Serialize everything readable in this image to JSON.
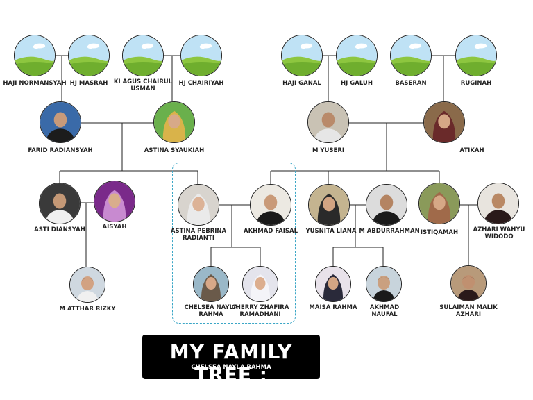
{
  "title": {
    "main": "MY FAMILY TREE :",
    "subtitle": "CHELSEA NAYLA RAHMA"
  },
  "colors": {
    "sky": "#bfe2f5",
    "grass": "#8dc63f",
    "highlight_border": "#3aa6c6",
    "line": "#222222"
  },
  "people": {
    "haji_normansyah": {
      "name": "HAJI NORMANSYAH",
      "photo": "placeholder-landscape"
    },
    "hj_masrah": {
      "name": "HJ MASRAH",
      "photo": "placeholder-landscape"
    },
    "ki_agus_chairul_usman": {
      "name": "KI AGUS CHAIRUL\nUSMAN",
      "photo": "placeholder-landscape"
    },
    "hj_chairiyah": {
      "name": "HJ CHAIRIYAH",
      "photo": "placeholder-landscape"
    },
    "haji_ganal": {
      "name": "HAJI GANAL",
      "photo": "placeholder-landscape"
    },
    "hj_galuh": {
      "name": "HJ GALUH",
      "photo": "placeholder-landscape"
    },
    "baseran": {
      "name": "BASERAN",
      "photo": "placeholder-landscape"
    },
    "ruginah": {
      "name": "RUGINAH",
      "photo": "placeholder-landscape"
    },
    "farid_radiansyah": {
      "name": "FARID RADIANSYAH",
      "photo": "portrait"
    },
    "astina_syaukiah": {
      "name": "ASTINA SYAUKIAH",
      "photo": "portrait"
    },
    "m_yuseri": {
      "name": "M YUSERI",
      "photo": "portrait"
    },
    "atikah": {
      "name": "ATIKAH",
      "photo": "portrait"
    },
    "asti_diansyah": {
      "name": "ASTI DIANSYAH",
      "photo": "portrait"
    },
    "aisyah": {
      "name": "AISYAH",
      "photo": "portrait"
    },
    "astina_pebrina_radianti": {
      "name": "ASTINA PEBRINA\nRADIANTI",
      "photo": "portrait"
    },
    "akhmad_faisal": {
      "name": "AKHMAD FAISAL",
      "photo": "portrait"
    },
    "yusnita_liana": {
      "name": "YUSNITA LIANA",
      "photo": "portrait"
    },
    "m_abdurrahman": {
      "name": "M ABDURRAHMAN",
      "photo": "portrait"
    },
    "istiqamah": {
      "name": "ISTIQAMAH",
      "photo": "portrait"
    },
    "azhari_wahyu_widodo": {
      "name": "AZHARI WAHYU\nWIDODO",
      "photo": "portrait"
    },
    "m_atthar_rizky": {
      "name": "M ATTHAR RIZKY",
      "photo": "portrait"
    },
    "chelsea_nayla_rahma": {
      "name": "CHELSEA NAYLA\nRAHMA",
      "photo": "portrait"
    },
    "cherry_zhafira_ramadhani": {
      "name": "CHERRY ZHAFIRA\nRAMADHANI",
      "photo": "portrait"
    },
    "maisa_rahma": {
      "name": "MAISA RAHMA",
      "photo": "portrait"
    },
    "akhmad_naufal": {
      "name": "AKHMAD  NAUFAL",
      "photo": "portrait"
    },
    "sulaiman_malik_azhari": {
      "name": "SULAIMAN MALIK AZHARI",
      "photo": "portrait"
    }
  }
}
